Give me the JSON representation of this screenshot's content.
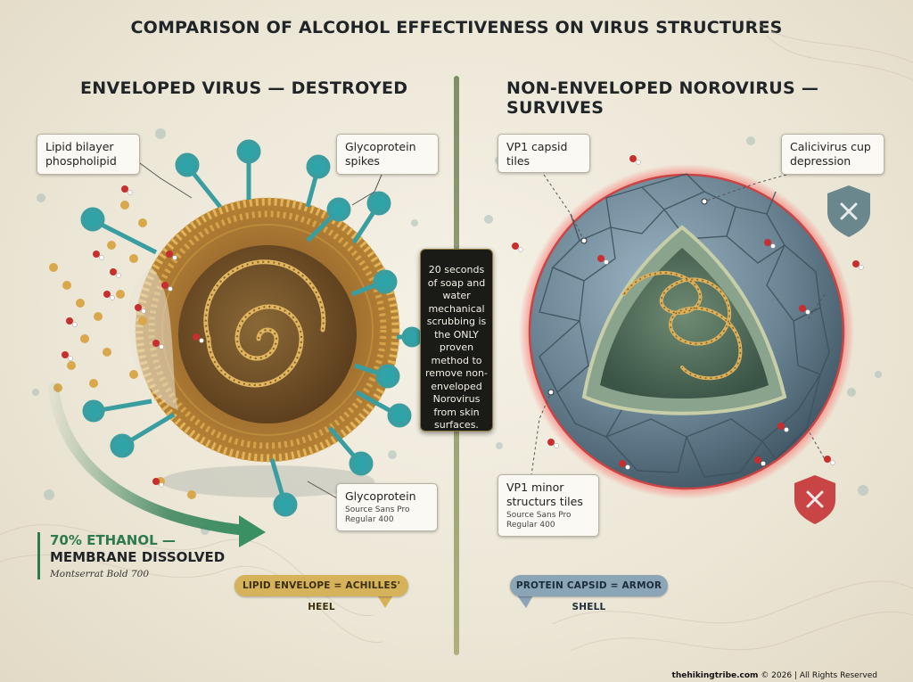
{
  "title": "COMPARISON OF ALCOHOL EFFECTIVENESS ON VIRUS STRUCTURES",
  "left": {
    "heading": "ENVELOPED VIRUS — DESTROYED",
    "callout_lipid": "Lipid bilayer phospholipid",
    "callout_spikes": "Glycoprotein spikes",
    "callout_glyco": "Glycoprotein",
    "callout_glyco_note": "Source Sans Pro Regular 400",
    "ethanol_line1": "70% ETHANOL —",
    "ethanol_line2": "MEMBRANE DISSOLVED",
    "ethanol_note": "Montserrat Bold 700",
    "pill": "LIPID ENVELOPE = ACHILLES' HEEL"
  },
  "right": {
    "heading": "NON-ENVELOPED NOROVIRUS — SURVIVES",
    "callout_vp1": "VP1 capsid tiles",
    "callout_cup": "Calicivirus cup depression",
    "callout_minor": "VP1 minor structurs tiles",
    "callout_minor_note": "Source Sans Pro Regular 400",
    "pill": "PROTEIN CAPSID = ARMOR SHELL"
  },
  "center_note": "20 seconds of soap and water mechanical scrubbing is the ONLY proven method to remove non-enveloped Norovirus from skin surfaces.",
  "footer": {
    "site": "thehikingtribe.com",
    "rights": "© 2026 | All Rights Reserved"
  },
  "colors": {
    "envelope_gold": "#c8973f",
    "spike_teal": "#2fa4a8",
    "capsid_blue": "#6c8696",
    "ethanol_green": "#2d7a4e",
    "danger_red": "#c94444"
  },
  "icons": [
    "shield-x-icon",
    "shield-x-red-icon"
  ]
}
